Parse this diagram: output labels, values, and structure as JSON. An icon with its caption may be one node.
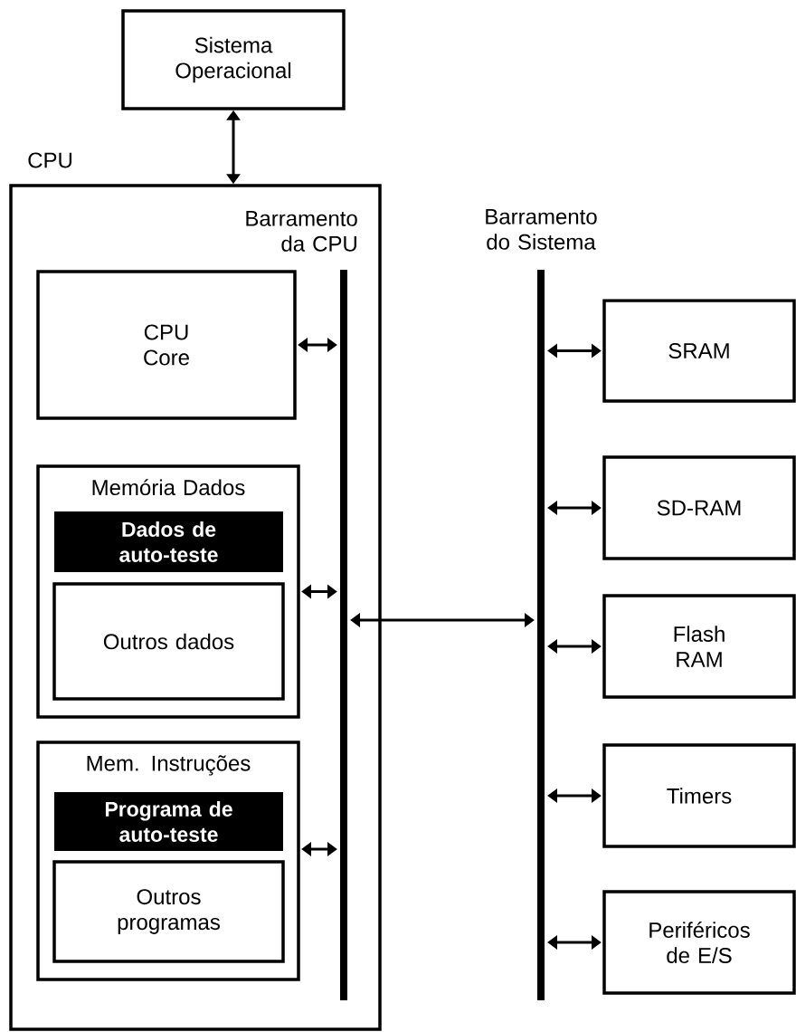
{
  "diagram": {
    "nodes": [
      {
        "text": [
          "Sistema Operacional"
        ]
      },
      {
        "text": [
          "CPU"
        ]
      },
      {
        "text": [
          "Barramento da CPU"
        ],
        "in": 1
      },
      {
        "text": [
          "CPU Core"
        ],
        "in": 1
      },
      {
        "text": [
          "Memória Dados"
        ],
        "in": 1
      },
      {
        "text": [
          "Dados de auto-teste"
        ],
        "in": 4
      },
      {
        "text": [
          "Outros dados"
        ],
        "in": 4
      },
      {
        "text": [
          "Mem. Instruções"
        ],
        "in": 1
      },
      {
        "text": [
          "Programa de auto-teste"
        ],
        "in": 7
      },
      {
        "text": [
          "Outros programas"
        ],
        "in": 7
      },
      {
        "text": [
          "Barramento do Sistema"
        ]
      },
      {
        "text": [
          "SRAM"
        ]
      },
      {
        "text": [
          "SD-RAM"
        ]
      },
      {
        "text": [
          "Flash RAM"
        ]
      },
      {
        "text": [
          "Timers"
        ]
      },
      {
        "text": [
          "Periféricos de E/S"
        ]
      }
    ],
    "edges": [
      {
        "from": 0,
        "to": 1,
        "arrow": "both"
      },
      {
        "from": 3,
        "to": 2,
        "arrow": "both"
      },
      {
        "from": 4,
        "to": 2,
        "arrow": "both"
      },
      {
        "from": 7,
        "to": 2,
        "arrow": "both"
      },
      {
        "from": 2,
        "to": 10,
        "arrow": "both"
      },
      {
        "from": 10,
        "to": 11,
        "arrow": "both"
      },
      {
        "from": 10,
        "to": 12,
        "arrow": "both"
      },
      {
        "from": 10,
        "to": 13,
        "arrow": "both"
      },
      {
        "from": 10,
        "to": 14,
        "arrow": "both"
      },
      {
        "from": 10,
        "to": 15,
        "arrow": "both"
      }
    ]
  }
}
